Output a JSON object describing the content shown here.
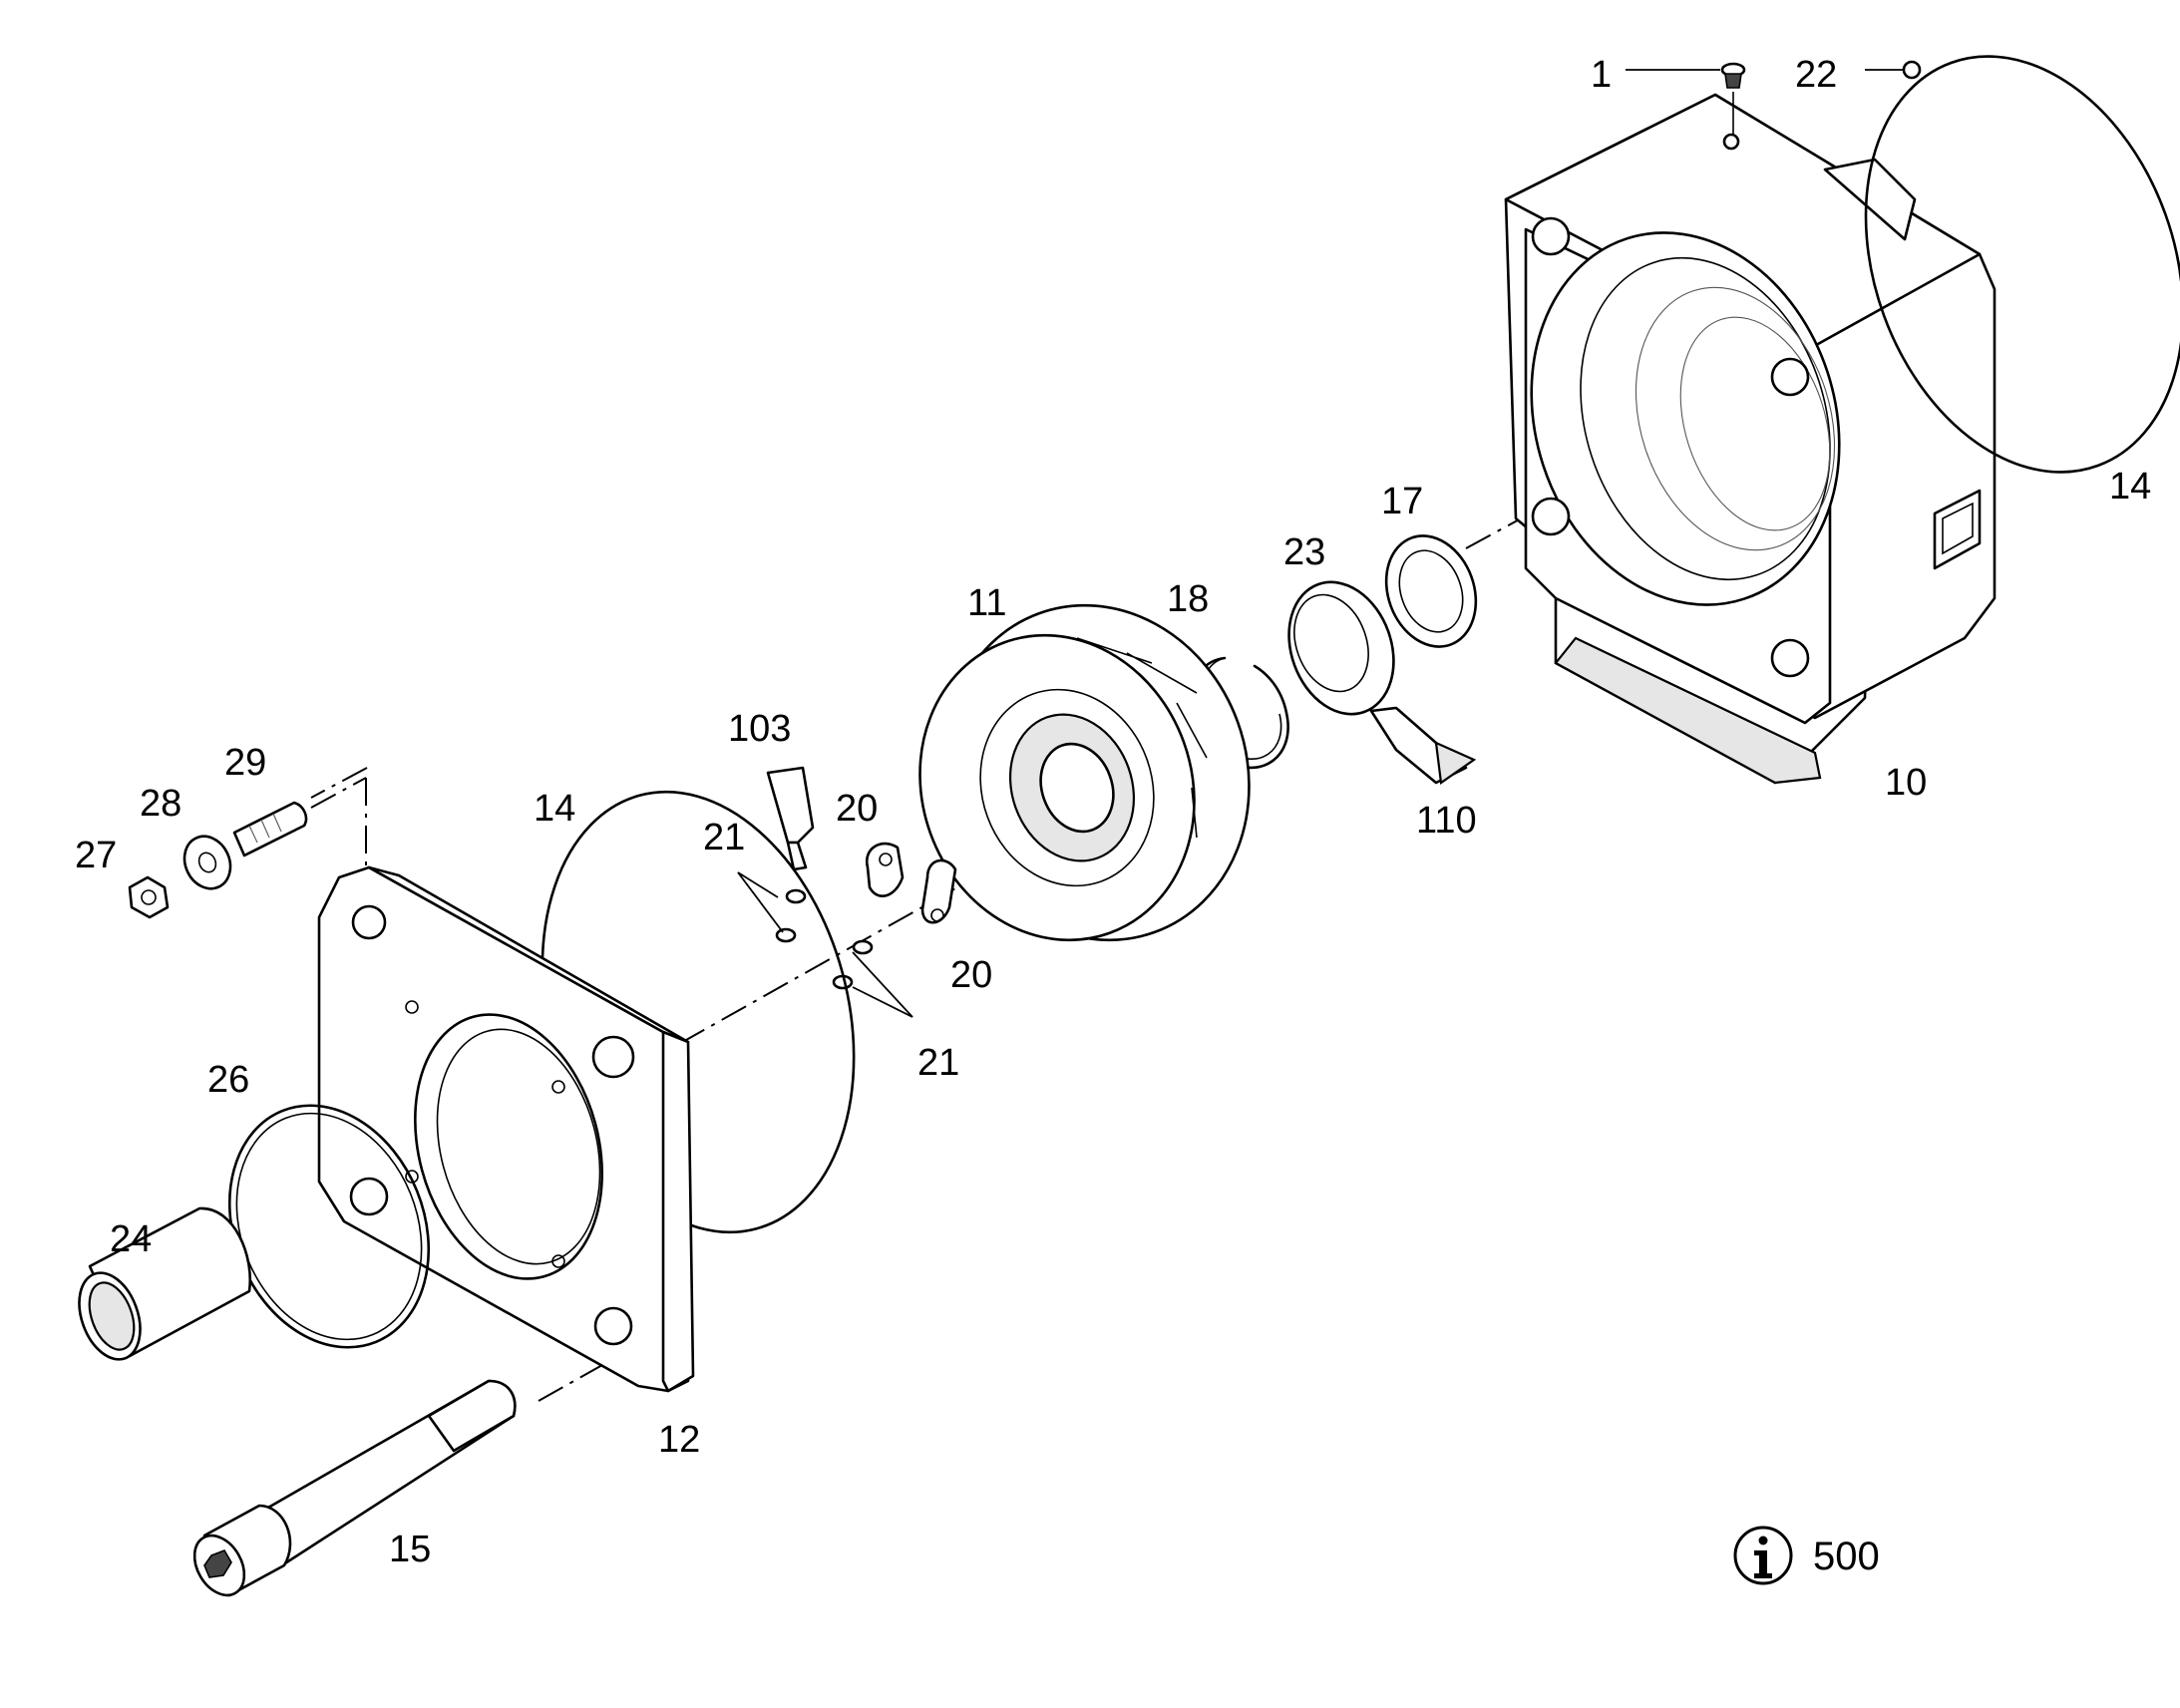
{
  "labels": {
    "p1": "1",
    "p22": "22",
    "p14_top": "14",
    "p17": "17",
    "p23": "23",
    "p18": "18",
    "p11": "11",
    "p103": "103",
    "p20_top": "20",
    "p20_bottom": "20",
    "p21_top": "21",
    "p21_bottom": "21",
    "p110": "110",
    "p10": "10",
    "p29": "29",
    "p28": "28",
    "p27": "27",
    "p14_mid": "14",
    "p26": "26",
    "p24": "24",
    "p12": "12",
    "p15": "15"
  },
  "info": {
    "icon": "info-icon",
    "value": "500"
  }
}
